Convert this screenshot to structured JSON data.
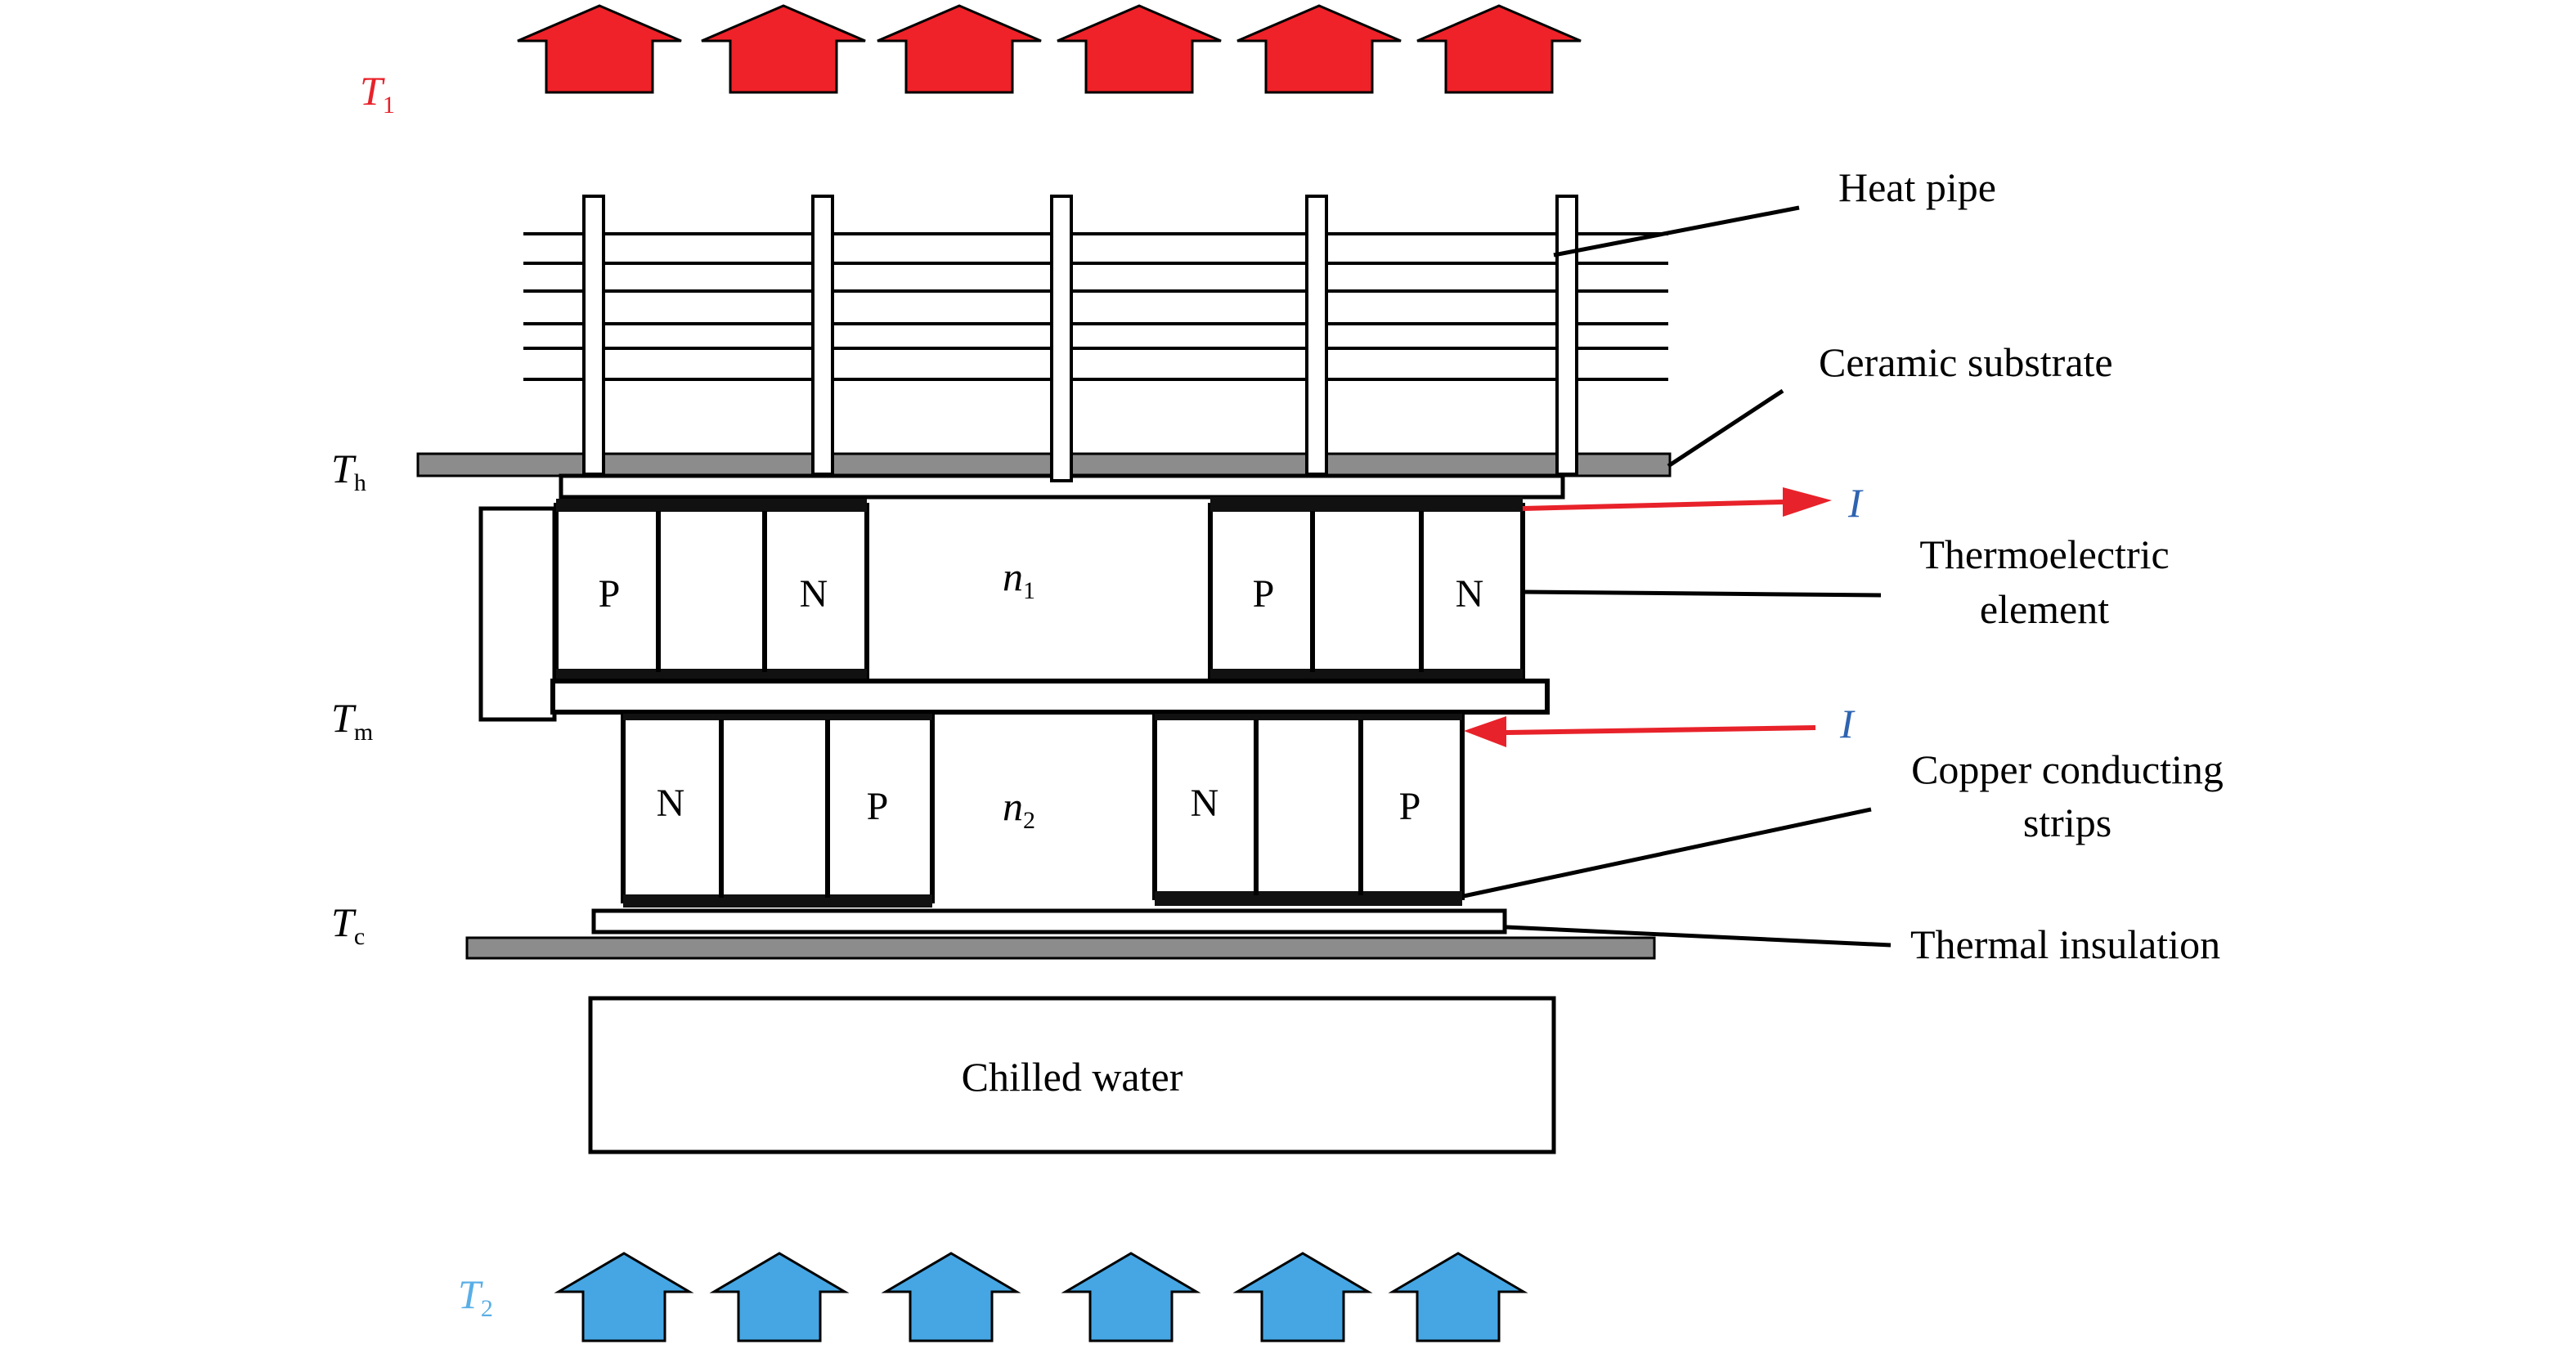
{
  "labels": {
    "T1": "T",
    "T1_sub": "1",
    "T2": "T",
    "T2_sub": "2",
    "Th": "T",
    "Th_sub": "h",
    "Tm": "T",
    "Tm_sub": "m",
    "Tc": "T",
    "Tc_sub": "c",
    "n1": "n",
    "n1_sub": "1",
    "n2": "n",
    "n2_sub": "2",
    "current_top": "I",
    "current_bottom": "I",
    "heat_pipe": "Heat pipe",
    "ceramic_substrate": "Ceramic substrate",
    "thermoelectric_line1": "Thermoelectric",
    "thermoelectric_line2": "element",
    "copper_line1": "Copper conducting",
    "copper_line2": "strips",
    "thermal_insulation": "Thermal insulation",
    "chilled_water": "Chilled water"
  },
  "legs": {
    "upper_left": [
      "P",
      "N"
    ],
    "upper_right": [
      "P",
      "N"
    ],
    "lower_left": [
      "N",
      "P"
    ],
    "lower_right": [
      "N",
      "P"
    ]
  },
  "colors": {
    "hot_arrow": "#ee2228",
    "cold_arrow": "#45a6e3",
    "hot_label": "#e8222a",
    "cold_label": "#5aaee6",
    "current_arrow": "#e8222a",
    "current_label": "#2e63b0",
    "substrate": "#8c8c8c",
    "outline": "#000000"
  }
}
